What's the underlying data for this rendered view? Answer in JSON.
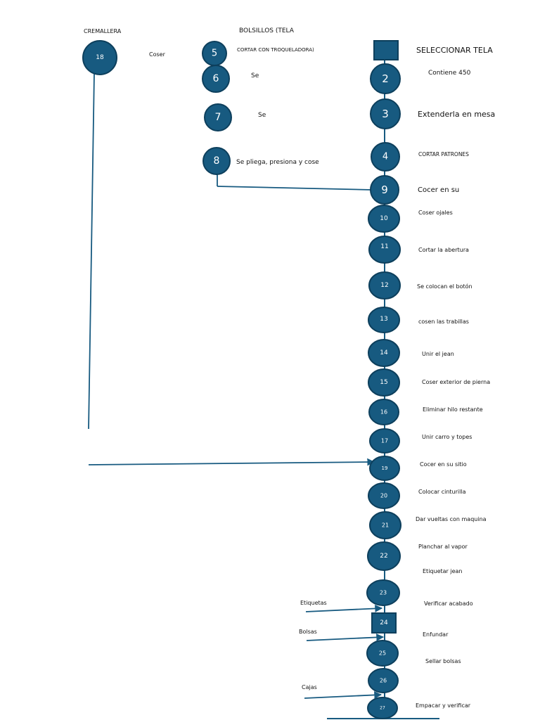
{
  "headers": {
    "cremallera": "CREMALLERA",
    "bolsillos": "BOLSILLOS (TELA"
  },
  "main_flow": {
    "start_label": "SELECCIONAR TELA",
    "steps": [
      {
        "num": "2",
        "label": "Contiene 450"
      },
      {
        "num": "3",
        "label": "Extenderla en mesa"
      },
      {
        "num": "4",
        "label": "CORTAR PATRONES"
      },
      {
        "num": "9",
        "label": "Cocer en su"
      },
      {
        "num": "10",
        "label": "Coser ojales"
      },
      {
        "num": "11",
        "label": "Cortar la abertura"
      },
      {
        "num": "12",
        "label": "Se colocan el botón"
      },
      {
        "num": "13",
        "label": "cosen las trabillas"
      },
      {
        "num": "14",
        "label": "Unir el jean"
      },
      {
        "num": "15",
        "label": "Coser exterior de pierna"
      },
      {
        "num": "16",
        "label": "Eliminar hilo restante"
      },
      {
        "num": "17",
        "label": "Unir carro y topes"
      },
      {
        "num": "19",
        "label": "Cocer en su sitio"
      },
      {
        "num": "20",
        "label": "Colocar cinturilla"
      },
      {
        "num": "21",
        "label": "Dar vueltas con maquina"
      },
      {
        "num": "22",
        "label": "Planchar al vapor"
      },
      {
        "num": "23",
        "label": "Verificar acabado"
      },
      {
        "num": "24",
        "label": "Enfundar"
      },
      {
        "num": "25",
        "label": "Sellar bolsas"
      },
      {
        "num": "26",
        "label": ""
      },
      {
        "num": "27",
        "label": "Empacar y verificar"
      }
    ],
    "extra_label": "Etiquetar jean"
  },
  "pocket_flow": {
    "steps": [
      {
        "num": "5",
        "label": "CORTAR CON TROQUELADORA)"
      },
      {
        "num": "6",
        "label": "Se"
      },
      {
        "num": "7",
        "label": "Se"
      },
      {
        "num": "8",
        "label": "Se pliega, presiona y cose"
      }
    ]
  },
  "zipper_flow": {
    "steps": [
      {
        "num": "18",
        "label": "Coser"
      }
    ]
  },
  "inputs": {
    "etiquetas": "Etiquetas",
    "bolsas": "Bolsas",
    "cajas": "Cajas"
  },
  "colors": {
    "node_fill": "#175a80",
    "node_stroke": "#0d3f5c",
    "line": "#175a80"
  }
}
